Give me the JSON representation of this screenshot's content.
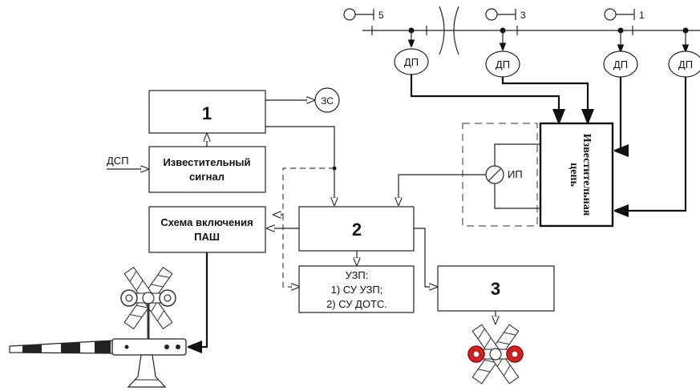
{
  "track": {
    "sections": [
      "5",
      "3",
      "1"
    ],
    "detector_label": "ДП"
  },
  "blocks": {
    "b1": "1",
    "b2": "2",
    "b3": "3",
    "notify_signal_line1": "Известительный",
    "notify_signal_line2": "сигнал",
    "barrier_scheme_line1": "Схема включения",
    "barrier_scheme_line2": "ПАШ",
    "uzp_line1": "УЗП:",
    "uzp_line2": "1) СУ УЗП;",
    "uzp_line3": "2) СУ ДОТС.",
    "notify_circuit_line1": "Известительная",
    "notify_circuit_line2": "цепь"
  },
  "labels": {
    "zs": "ЗС",
    "dsp": "ДСП",
    "ip": "ИП"
  },
  "colors": {
    "signal_red": "#d42020",
    "line": "#222222",
    "dashed_frame": "#777777"
  }
}
